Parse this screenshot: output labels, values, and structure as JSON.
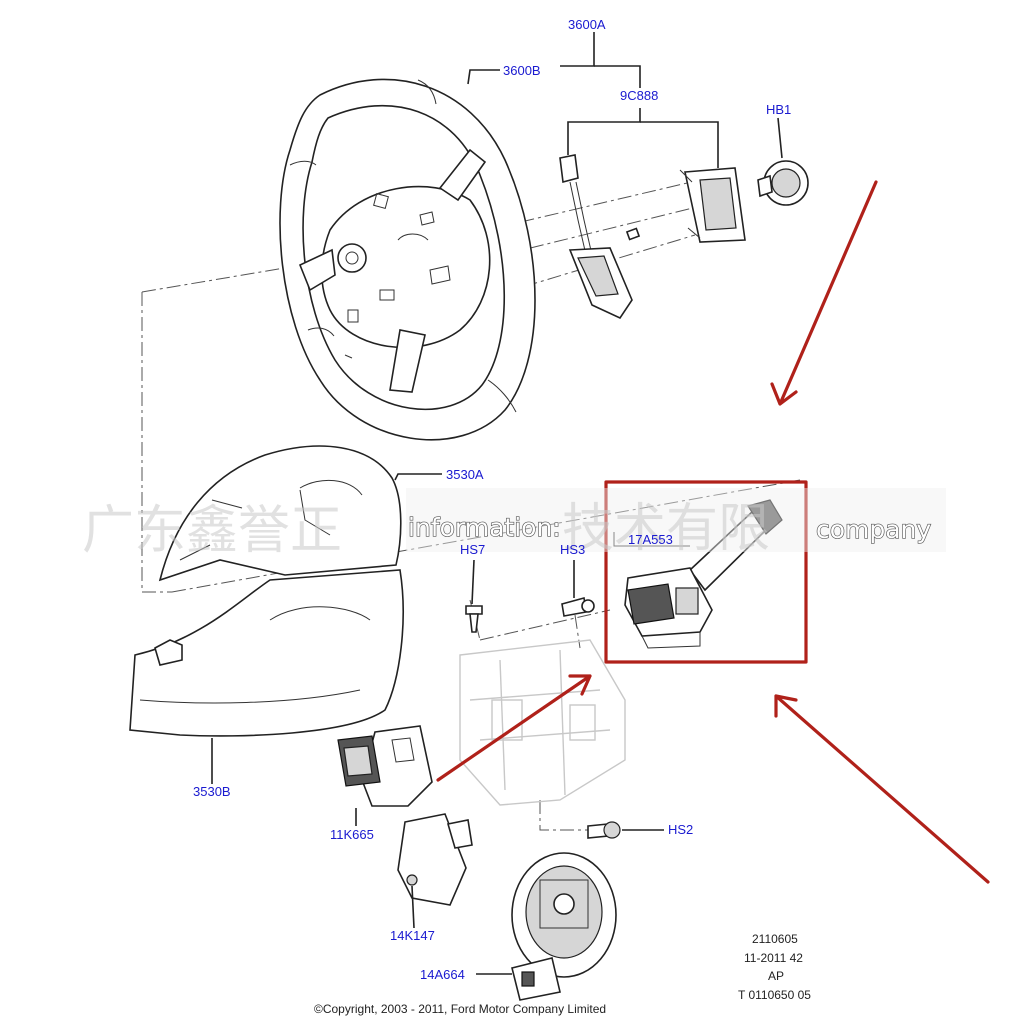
{
  "parts": {
    "p3600A": "3600A",
    "p3600B": "3600B",
    "p9C888": "9C888",
    "pHB1": "HB1",
    "p3530A": "3530A",
    "p3530B": "3530B",
    "p17A553": "17A553",
    "pHS7": "HS7",
    "pHS3": "HS3",
    "p11K665": "11K665",
    "pHS2": "HS2",
    "p14K147": "14K147",
    "p14A664": "14A664"
  },
  "watermark": {
    "cn_left": "广东鑫誉正",
    "cn_right": "技术有限",
    "en_left": "information:",
    "en_right": "company"
  },
  "reference": {
    "line1": "2110605",
    "line2": "11-2011 42",
    "line3": "AP",
    "line4": "T 0110650 05"
  },
  "copyright": "©Copyright, 2003 - 2011, Ford Motor Company Limited",
  "colors": {
    "highlight": "#b0211a",
    "label": "#1a1ad0"
  }
}
